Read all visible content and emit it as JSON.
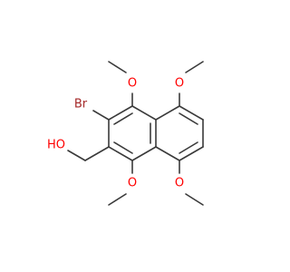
{
  "colors": {
    "background": "#ffffff",
    "bond": "#3a3a3a",
    "oxygen": "#ff0000",
    "bromine": "#a52a2a"
  },
  "atoms": {
    "br": "Br",
    "o_top_left": "O",
    "o_top_right": "O",
    "o_bottom_left": "O",
    "o_bottom_right": "O",
    "oh": "HO"
  }
}
